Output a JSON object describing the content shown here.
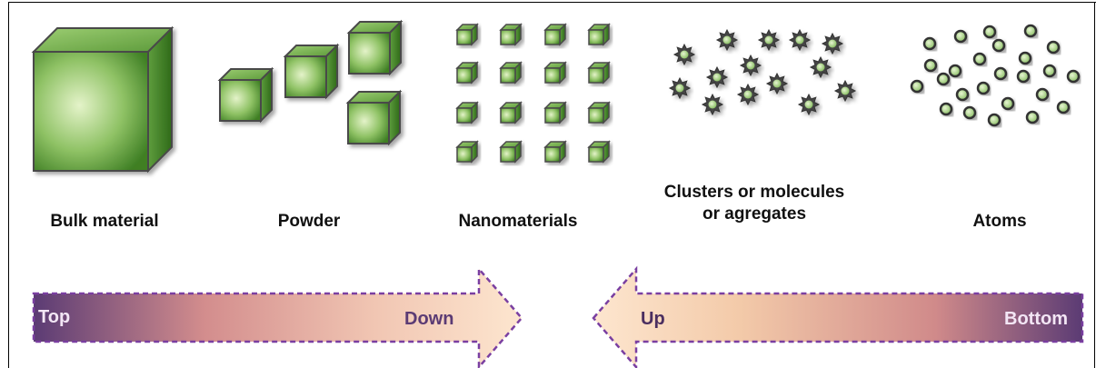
{
  "stages": [
    {
      "label": "Bulk material"
    },
    {
      "label": "Powder"
    },
    {
      "label": "Nanomaterials"
    },
    {
      "label": "Clusters or molecules or agregates"
    },
    {
      "label": "Atoms"
    }
  ],
  "arrows": {
    "top_down": {
      "start_label": "Top",
      "end_label": "Down"
    },
    "bottom_up": {
      "start_label": "Up",
      "end_label": "Bottom"
    }
  },
  "colors": {
    "cube_light": "#bfe39a",
    "cube_dark": "#3e7d22",
    "cube_edge": "#4a4a4a",
    "arrow_border": "#7a3fa1",
    "arrow_dark": "#5b3b74",
    "arrow_mid": "#d08a8a",
    "arrow_light": "#fde3c8"
  }
}
